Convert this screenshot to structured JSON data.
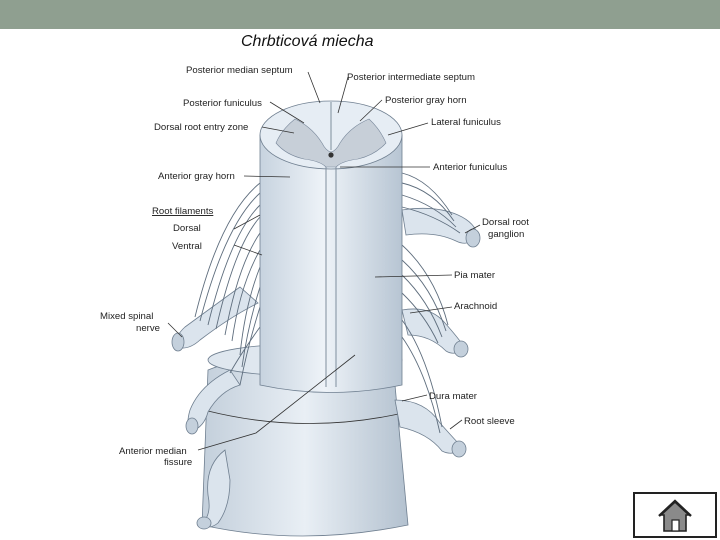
{
  "slide": {
    "title": "Chrbticová miecha",
    "colors": {
      "header_bar": "#8f9f90",
      "tissue": "#dfe7ef",
      "tissue_shadow": "#b4c2d0"
    }
  },
  "diagram": {
    "labels": {
      "posterior_median_septum": "Posterior median septum",
      "posterior_intermediate_septum": "Posterior intermediate septum",
      "posterior_funiculus": "Posterior funiculus",
      "posterior_gray_horn": "Posterior gray horn",
      "dorsal_root_entry_zone": "Dorsal root entry zone",
      "lateral_funiculus": "Lateral funiculus",
      "anterior_funiculus": "Anterior funiculus",
      "anterior_gray_horn": "Anterior gray horn",
      "root_filaments": "Root filaments",
      "dorsal": "Dorsal",
      "ventral": "Ventral",
      "dorsal_root_ganglion_1": "Dorsal root",
      "dorsal_root_ganglion_2": "ganglion",
      "pia_mater": "Pia mater",
      "arachnoid": "Arachnoid",
      "mixed_spinal_nerve_1": "Mixed spinal",
      "mixed_spinal_nerve_2": "nerve",
      "dura_mater": "Dura mater",
      "root_sleeve": "Root sleeve",
      "anterior_median_fissure_1": "Anterior median",
      "anterior_median_fissure_2": "fissure"
    }
  },
  "home_button": {
    "icon": "home-icon"
  }
}
